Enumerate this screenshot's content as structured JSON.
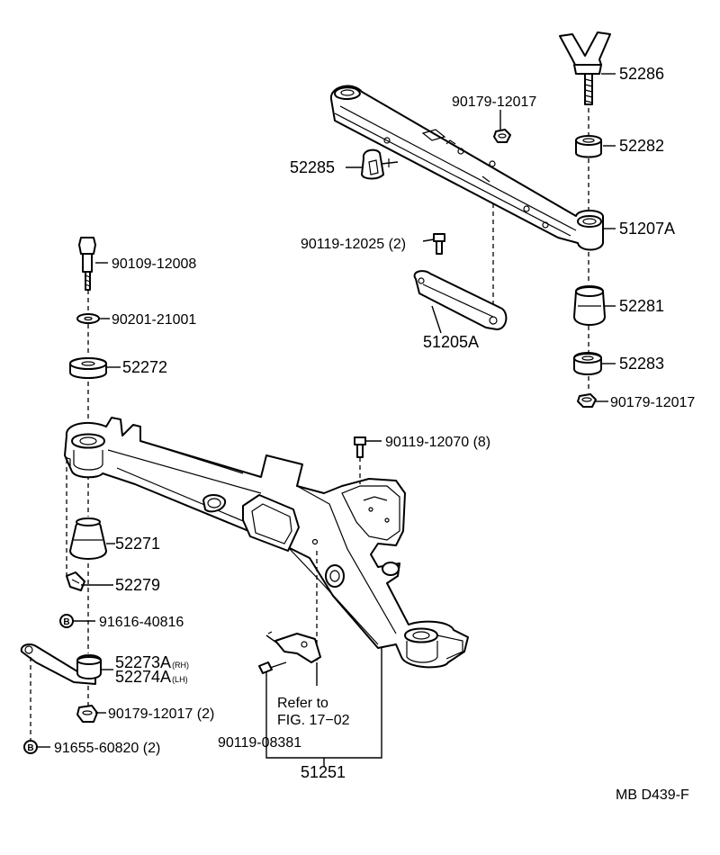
{
  "labels": {
    "p52286": "52286",
    "p90179_12017_top": "90179-12017",
    "p52282": "52282",
    "p52285": "52285",
    "p51207A": "51207A",
    "p90119_12025": "90119-12025 (2)",
    "p51205A": "51205A",
    "p52281": "52281",
    "p52283": "52283",
    "p90179_12017_right": "90179-12017",
    "p90109_12008": "90109-12008",
    "p90201_21001": "90201-21001",
    "p52272": "52272",
    "p90119_12070": "90119-12070 (8)",
    "p52271": "52271",
    "p52279": "52279",
    "p91616_40816": "91616-40816",
    "p52273A": "52273A",
    "p52273A_suffix": "(RH)",
    "p52274A": "52274A",
    "p52274A_suffix": "(LH)",
    "p90179_12017_bottom": "90179-12017  (2)",
    "p91655_60820": "91655-60820  (2)",
    "refer_line1": "Refer to",
    "refer_line2": "FIG. 17−02",
    "p90119_08381": "90119-08381",
    "p51251": "51251",
    "drawing_code": "MB D439-F"
  },
  "bolt_marker": "B"
}
